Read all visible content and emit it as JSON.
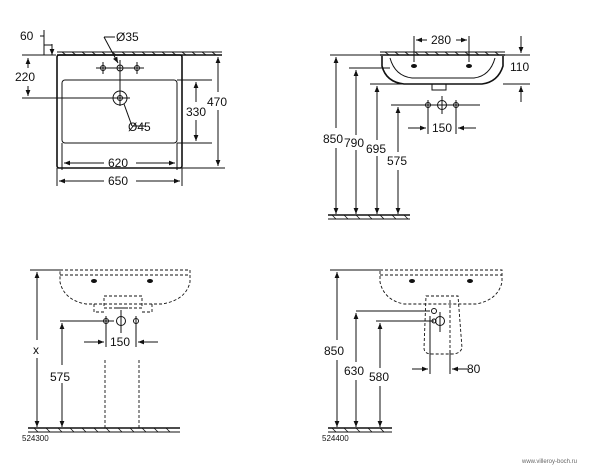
{
  "views": {
    "top": {
      "dim_60": "60",
      "dim_220": "220",
      "dim_d35": "Ø35",
      "dim_d45": "Ø45",
      "dim_330": "330",
      "dim_470": "470",
      "dim_620": "620",
      "dim_650": "650"
    },
    "side": {
      "dim_280": "280",
      "dim_110": "110",
      "dim_850": "850",
      "dim_790": "790",
      "dim_695": "695",
      "dim_575": "575",
      "dim_150": "150"
    },
    "front_pedestal": {
      "dim_x": "x",
      "dim_575": "575",
      "dim_150": "150",
      "model": "524300"
    },
    "front_semi_pedestal": {
      "dim_850": "850",
      "dim_630": "630",
      "dim_580": "580",
      "dim_80": "80",
      "model": "524400"
    }
  },
  "watermark": "www.villeroy-boch.ru"
}
